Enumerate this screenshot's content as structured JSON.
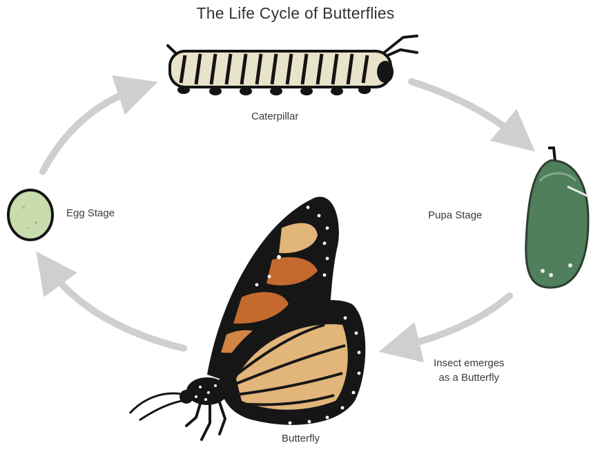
{
  "title": "The Life Cycle of Butterflies",
  "stages": {
    "caterpillar": "Caterpillar",
    "egg": "Egg Stage",
    "pupa": "Pupa Stage",
    "emerge_line1": "Insect emerges",
    "emerge_line2": "as a Butterfly",
    "butterfly": "Butterfly"
  },
  "colors": {
    "arrow": "#cfcfcf",
    "egg": "#c8dcae",
    "caterpillar_body": "#e9e3c9",
    "chrysalis": "#4f7f5b",
    "wing_orange": "#c56a2f",
    "wing_tan": "#e2b57a",
    "wing_black": "#161616"
  },
  "icons": [
    "egg-icon",
    "caterpillar-icon",
    "chrysalis-icon",
    "butterfly-icon"
  ]
}
